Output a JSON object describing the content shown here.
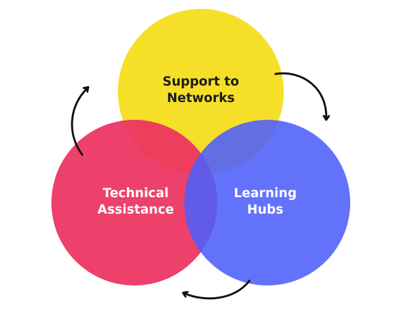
{
  "nodes": {
    "support": {
      "line1": "Support to",
      "line2": "Networks",
      "color": "#f6df28"
    },
    "technical": {
      "line1": "Technical",
      "line2": "Assistance",
      "color": "#ec3160"
    },
    "learning": {
      "line1": "Learning",
      "line2": "Hubs",
      "color": "#5064fa"
    }
  },
  "arrows": {
    "color": "#111111",
    "flow": [
      "support",
      "learning",
      "technical",
      "support"
    ]
  }
}
